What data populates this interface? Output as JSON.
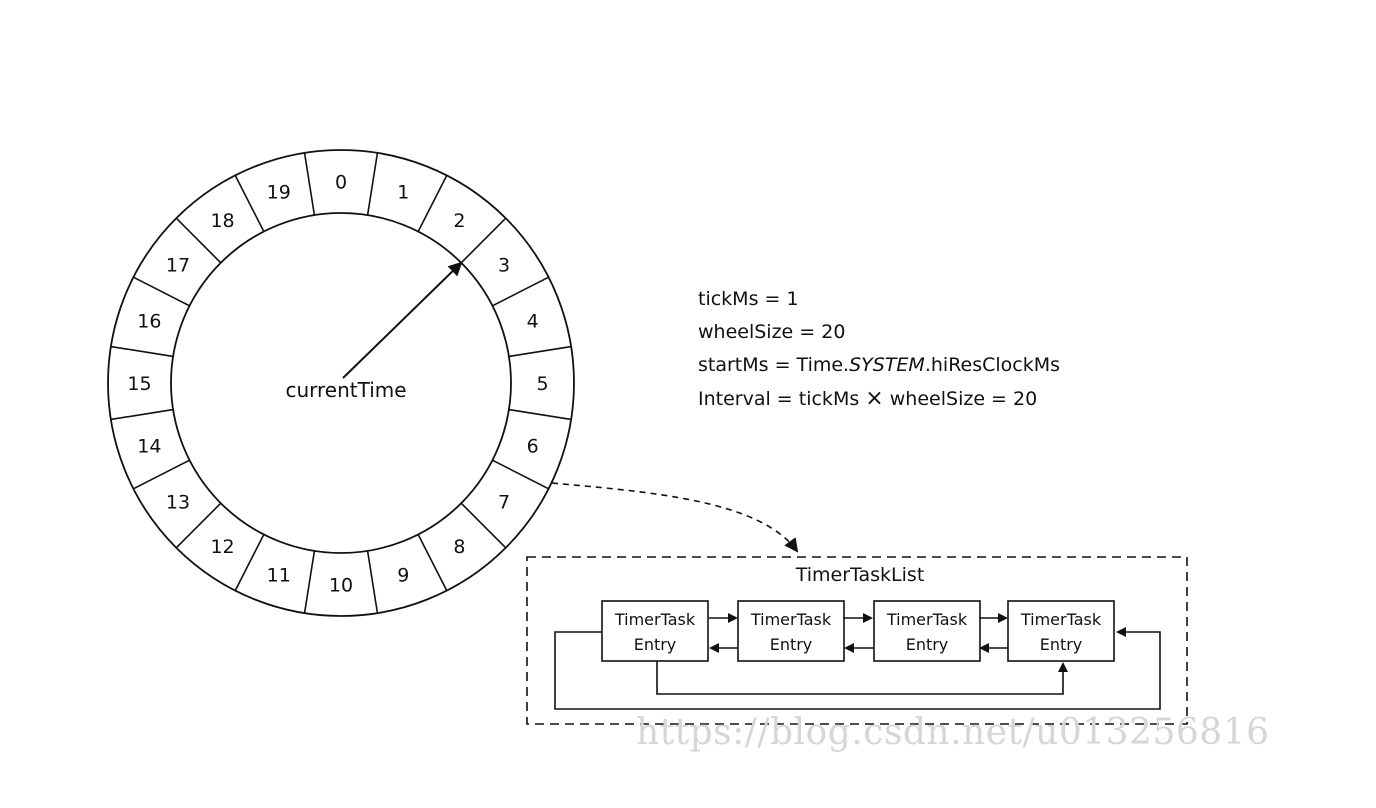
{
  "wheel": {
    "slots": [
      "0",
      "1",
      "2",
      "3",
      "4",
      "5",
      "6",
      "7",
      "8",
      "9",
      "10",
      "11",
      "12",
      "13",
      "14",
      "15",
      "16",
      "17",
      "18",
      "19"
    ],
    "center_label": "currentTime",
    "pointer_slot": "2",
    "linked_slot": "6"
  },
  "params": {
    "tick_line": "tickMs = 1",
    "wheel_size_line": "wheelSize = 20",
    "start_prefix": "startMs = Time.",
    "start_italic": "SYSTEM",
    "start_suffix": ".hiResClockMs",
    "interval_prefix": "Interval = tickMs",
    "interval_times": "×",
    "interval_suffix": "wheelSize = 20"
  },
  "task_list": {
    "title": "TimerTaskList",
    "entries": [
      {
        "line1": "TimerTask",
        "line2": "Entry"
      },
      {
        "line1": "TimerTask",
        "line2": "Entry"
      },
      {
        "line1": "TimerTask",
        "line2": "Entry"
      },
      {
        "line1": "TimerTask",
        "line2": "Entry"
      }
    ]
  },
  "watermark": "https://blog.csdn.net/u013256816",
  "colors": {
    "line": "#111111",
    "watermark": "#d6d6d6"
  }
}
